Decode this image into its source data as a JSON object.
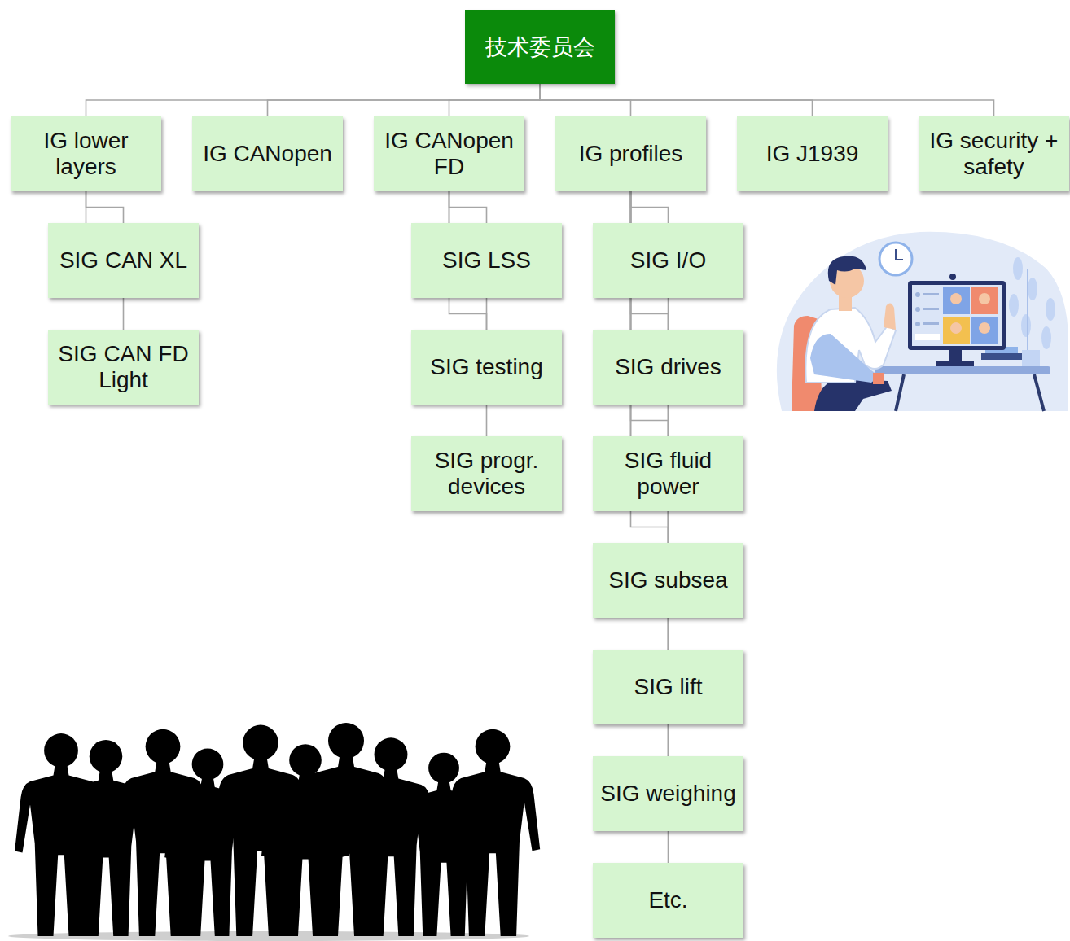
{
  "diagram": {
    "nodes": [
      {
        "text": [
          "技术委员会"
        ]
      },
      {
        "text": [
          "IG lower layers"
        ]
      },
      {
        "text": [
          "IG CANopen"
        ]
      },
      {
        "text": [
          "IG CANopen FD"
        ]
      },
      {
        "text": [
          "IG profiles"
        ]
      },
      {
        "text": [
          "IG J1939"
        ]
      },
      {
        "text": [
          "IG security + safety"
        ]
      },
      {
        "text": [
          "SIG CAN XL"
        ]
      },
      {
        "text": [
          "SIG CAN FD Light"
        ]
      },
      {
        "text": [
          "SIG LSS"
        ]
      },
      {
        "text": [
          "SIG testing"
        ]
      },
      {
        "text": [
          "SIG progr. devices"
        ]
      },
      {
        "text": [
          "SIG I/O"
        ]
      },
      {
        "text": [
          "SIG drives"
        ]
      },
      {
        "text": [
          "SIG fluid power"
        ]
      },
      {
        "text": [
          "SIG subsea"
        ]
      },
      {
        "text": [
          "SIG lift"
        ]
      },
      {
        "text": [
          "SIG weighing"
        ]
      },
      {
        "text": [
          "Etc."
        ]
      }
    ],
    "edges": [
      {
        "from": 0,
        "to": 1,
        "arrow": "none"
      },
      {
        "from": 0,
        "to": 2,
        "arrow": "none"
      },
      {
        "from": 0,
        "to": 3,
        "arrow": "none"
      },
      {
        "from": 0,
        "to": 4,
        "arrow": "none"
      },
      {
        "from": 0,
        "to": 5,
        "arrow": "none"
      },
      {
        "from": 0,
        "to": 6,
        "arrow": "none"
      },
      {
        "from": 1,
        "to": 7,
        "arrow": "none"
      },
      {
        "from": 1,
        "to": 8,
        "arrow": "none"
      },
      {
        "from": 3,
        "to": 9,
        "arrow": "none"
      },
      {
        "from": 3,
        "to": 10,
        "arrow": "none"
      },
      {
        "from": 3,
        "to": 11,
        "arrow": "none"
      },
      {
        "from": 4,
        "to": 12,
        "arrow": "none"
      },
      {
        "from": 4,
        "to": 13,
        "arrow": "none"
      },
      {
        "from": 4,
        "to": 14,
        "arrow": "none"
      },
      {
        "from": 4,
        "to": 15,
        "arrow": "none"
      },
      {
        "from": 4,
        "to": 16,
        "arrow": "none"
      },
      {
        "from": 4,
        "to": 17,
        "arrow": "none"
      },
      {
        "from": 4,
        "to": 18,
        "arrow": "none"
      }
    ]
  }
}
